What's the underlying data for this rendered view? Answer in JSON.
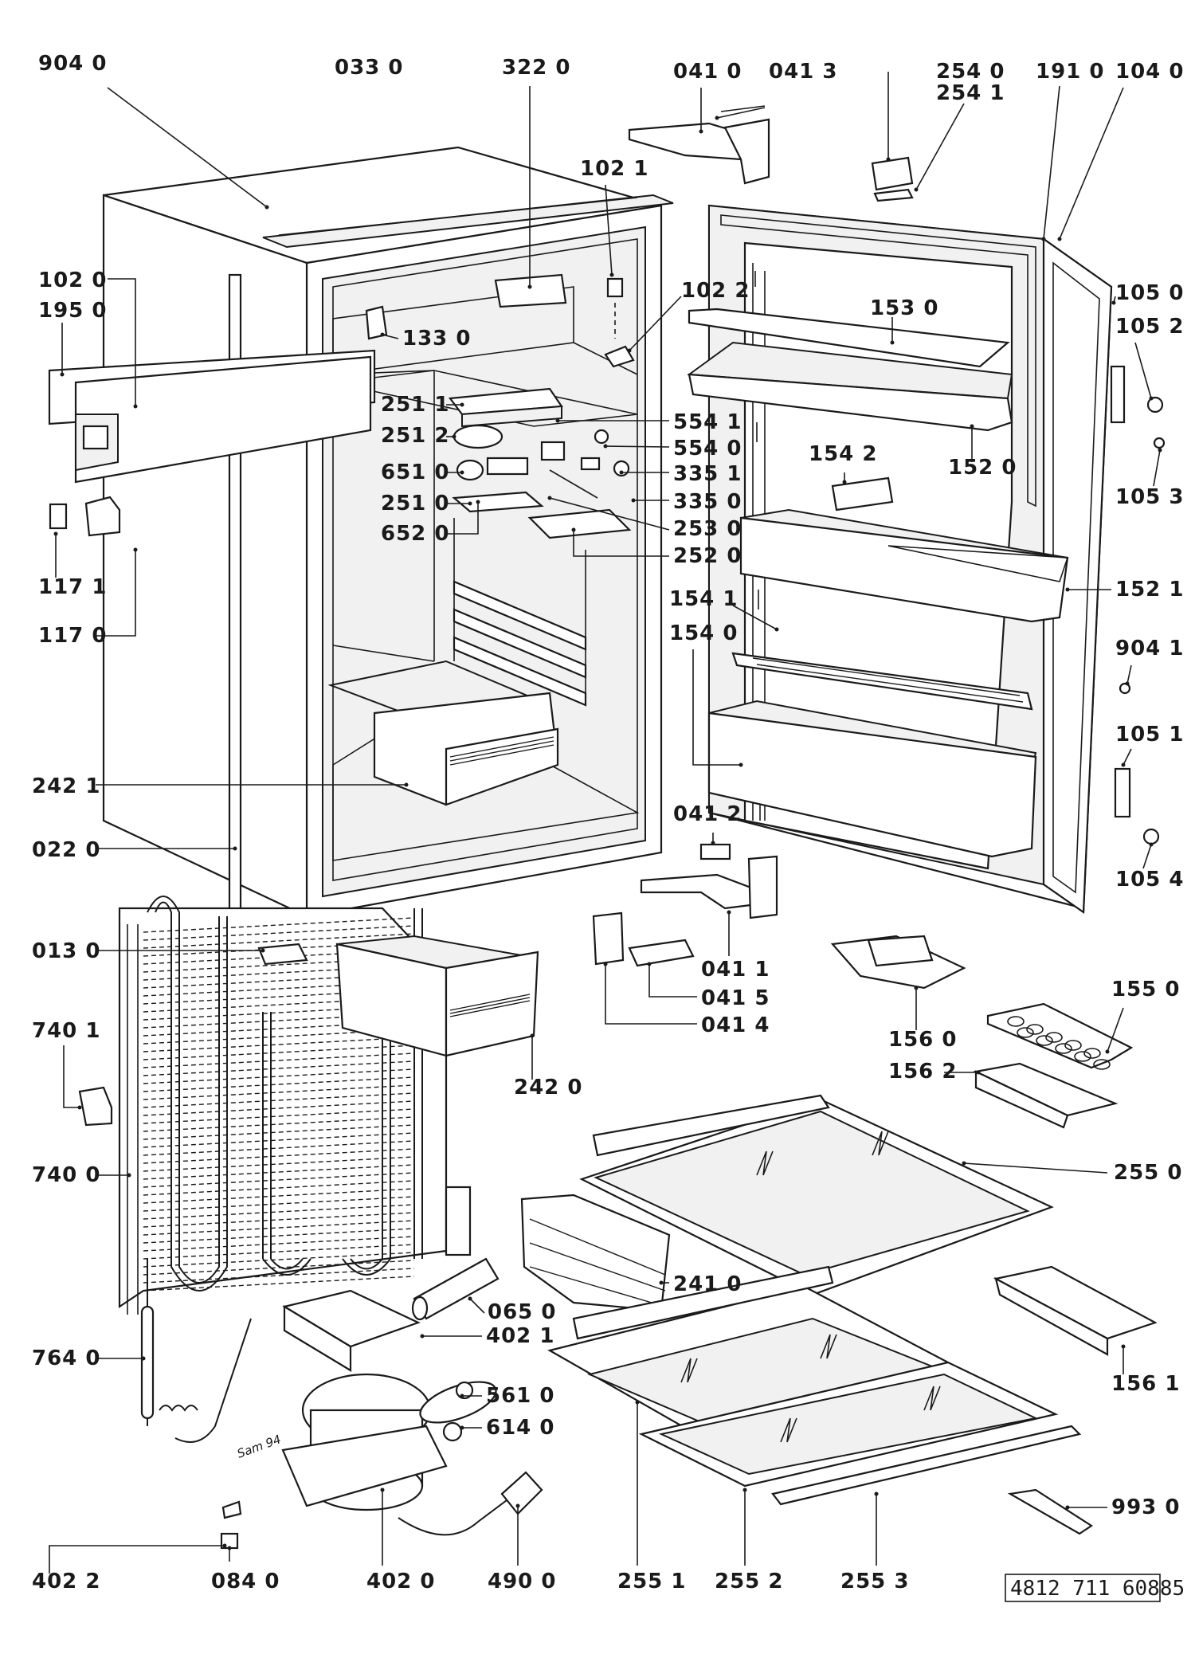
{
  "diagram": {
    "doc_number": "4812 711 60885",
    "signature": "Sam 94",
    "callouts": [
      {
        "id": "c1",
        "text": "904  0"
      },
      {
        "id": "c2",
        "text": "033  0"
      },
      {
        "id": "c3",
        "text": "322  0"
      },
      {
        "id": "c4",
        "text": "041  0"
      },
      {
        "id": "c5",
        "text": "041  3"
      },
      {
        "id": "c6",
        "text": "254  0"
      },
      {
        "id": "c7",
        "text": "254  1"
      },
      {
        "id": "c8",
        "text": "191  0"
      },
      {
        "id": "c9",
        "text": "104  0"
      },
      {
        "id": "c10",
        "text": "102  1"
      },
      {
        "id": "c11",
        "text": "102  0"
      },
      {
        "id": "c12",
        "text": "195  0"
      },
      {
        "id": "c13",
        "text": "102  2"
      },
      {
        "id": "c14",
        "text": "105  0"
      },
      {
        "id": "c15",
        "text": "133  0"
      },
      {
        "id": "c16",
        "text": "153  0"
      },
      {
        "id": "c17",
        "text": "105  2"
      },
      {
        "id": "c18",
        "text": "251  1"
      },
      {
        "id": "c19",
        "text": "554  1"
      },
      {
        "id": "c20",
        "text": "251  2"
      },
      {
        "id": "c21",
        "text": "554  0"
      },
      {
        "id": "c22",
        "text": "152  0"
      },
      {
        "id": "c23",
        "text": "651  0"
      },
      {
        "id": "c24",
        "text": "335  1"
      },
      {
        "id": "c25",
        "text": "154  2"
      },
      {
        "id": "c26",
        "text": "105  3"
      },
      {
        "id": "c27",
        "text": "251  0"
      },
      {
        "id": "c28",
        "text": "335  0"
      },
      {
        "id": "c29",
        "text": "652  0"
      },
      {
        "id": "c30",
        "text": "253  0"
      },
      {
        "id": "c31",
        "text": "252  0"
      },
      {
        "id": "c32",
        "text": "117  1"
      },
      {
        "id": "c33",
        "text": "152  1"
      },
      {
        "id": "c34",
        "text": "154  1"
      },
      {
        "id": "c35",
        "text": "154  0"
      },
      {
        "id": "c36",
        "text": "117  0"
      },
      {
        "id": "c37",
        "text": "904  1"
      },
      {
        "id": "c38",
        "text": "105  1"
      },
      {
        "id": "c39",
        "text": "242  1"
      },
      {
        "id": "c40",
        "text": "041  2"
      },
      {
        "id": "c41",
        "text": "022  0"
      },
      {
        "id": "c42",
        "text": "105  4"
      },
      {
        "id": "c43",
        "text": "013  0"
      },
      {
        "id": "c44",
        "text": "041  1"
      },
      {
        "id": "c45",
        "text": "041  5"
      },
      {
        "id": "c46",
        "text": "155  0"
      },
      {
        "id": "c47",
        "text": "041  4"
      },
      {
        "id": "c48",
        "text": "156  0"
      },
      {
        "id": "c49",
        "text": "740  1"
      },
      {
        "id": "c50",
        "text": "156  2"
      },
      {
        "id": "c51",
        "text": "242  0"
      },
      {
        "id": "c52",
        "text": "740  0"
      },
      {
        "id": "c53",
        "text": "255  0"
      },
      {
        "id": "c54",
        "text": "065  0"
      },
      {
        "id": "c55",
        "text": "241  0"
      },
      {
        "id": "c56",
        "text": "402  1"
      },
      {
        "id": "c57",
        "text": "764  0"
      },
      {
        "id": "c58",
        "text": "561  0"
      },
      {
        "id": "c59",
        "text": "156  1"
      },
      {
        "id": "c60",
        "text": "614  0"
      },
      {
        "id": "c61",
        "text": "993  0"
      },
      {
        "id": "c62",
        "text": "402  2"
      },
      {
        "id": "c63",
        "text": "084  0"
      },
      {
        "id": "c64",
        "text": "402  0"
      },
      {
        "id": "c65",
        "text": "490  0"
      },
      {
        "id": "c66",
        "text": "255  1"
      },
      {
        "id": "c67",
        "text": "255  2"
      },
      {
        "id": "c68",
        "text": "255  3"
      }
    ]
  }
}
